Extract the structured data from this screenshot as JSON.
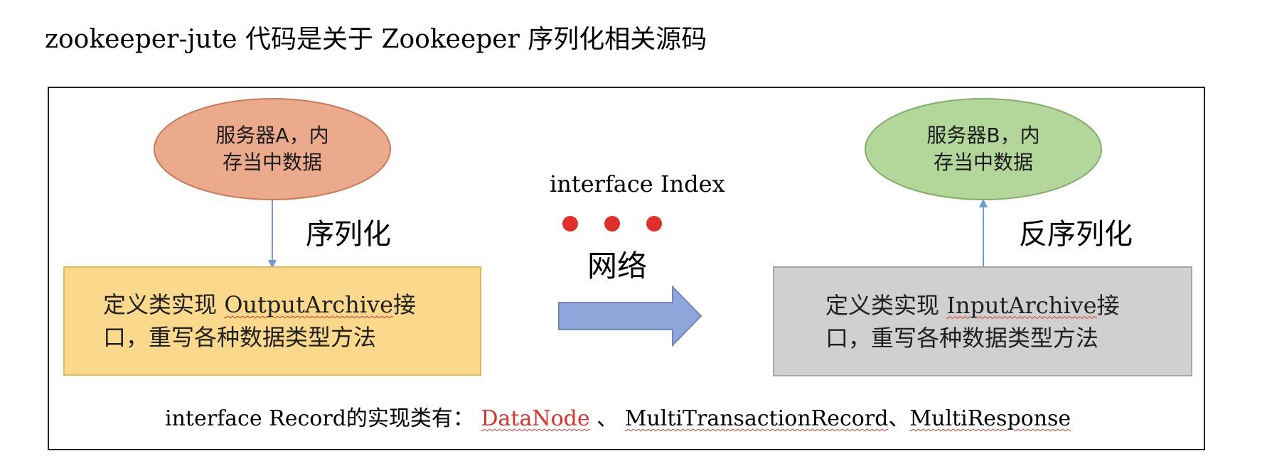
{
  "heading": "zookeeper-jute 代码是关于 Zookeeper 序列化相关源码",
  "server_a": {
    "label": "服务器A，内\n存当中数据",
    "fill": "#ecaa8c",
    "stroke": "#c97a58"
  },
  "server_b": {
    "label": "服务器B，内\n存当中数据",
    "fill": "#b3d69a",
    "stroke": "#85ad6a"
  },
  "serialize_label": "序列化",
  "deserialize_label": "反序列化",
  "output_box": {
    "line1_prefix": "定义类实现 ",
    "line1_class": "OutputArchive",
    "line1_suffix": "接",
    "line2": "口，重写各种数据类型方法",
    "fill": "#fbd98c",
    "stroke": "#e6b84e"
  },
  "input_box": {
    "line1_prefix": "定义类实现 ",
    "line1_class": "InputArchive",
    "line1_suffix": "接",
    "line2": "口，重写各种数据类型方法",
    "fill": "#d0d0d0",
    "stroke": "#a6a6a6"
  },
  "interface_index": "interface Index",
  "network_label": "网络",
  "record_line": {
    "prefix": "interface Record的实现类有：",
    "item1": "DataNode",
    "sep1": " 、",
    "item2": "MultiTransactionRecord",
    "sep2": "、",
    "item3": "MultiResponse"
  },
  "colors": {
    "connector": "#6f9ad3",
    "dot": "#e0302b",
    "network_arrow_fill": "#8fa6db",
    "network_arrow_stroke": "#6f86c3"
  }
}
